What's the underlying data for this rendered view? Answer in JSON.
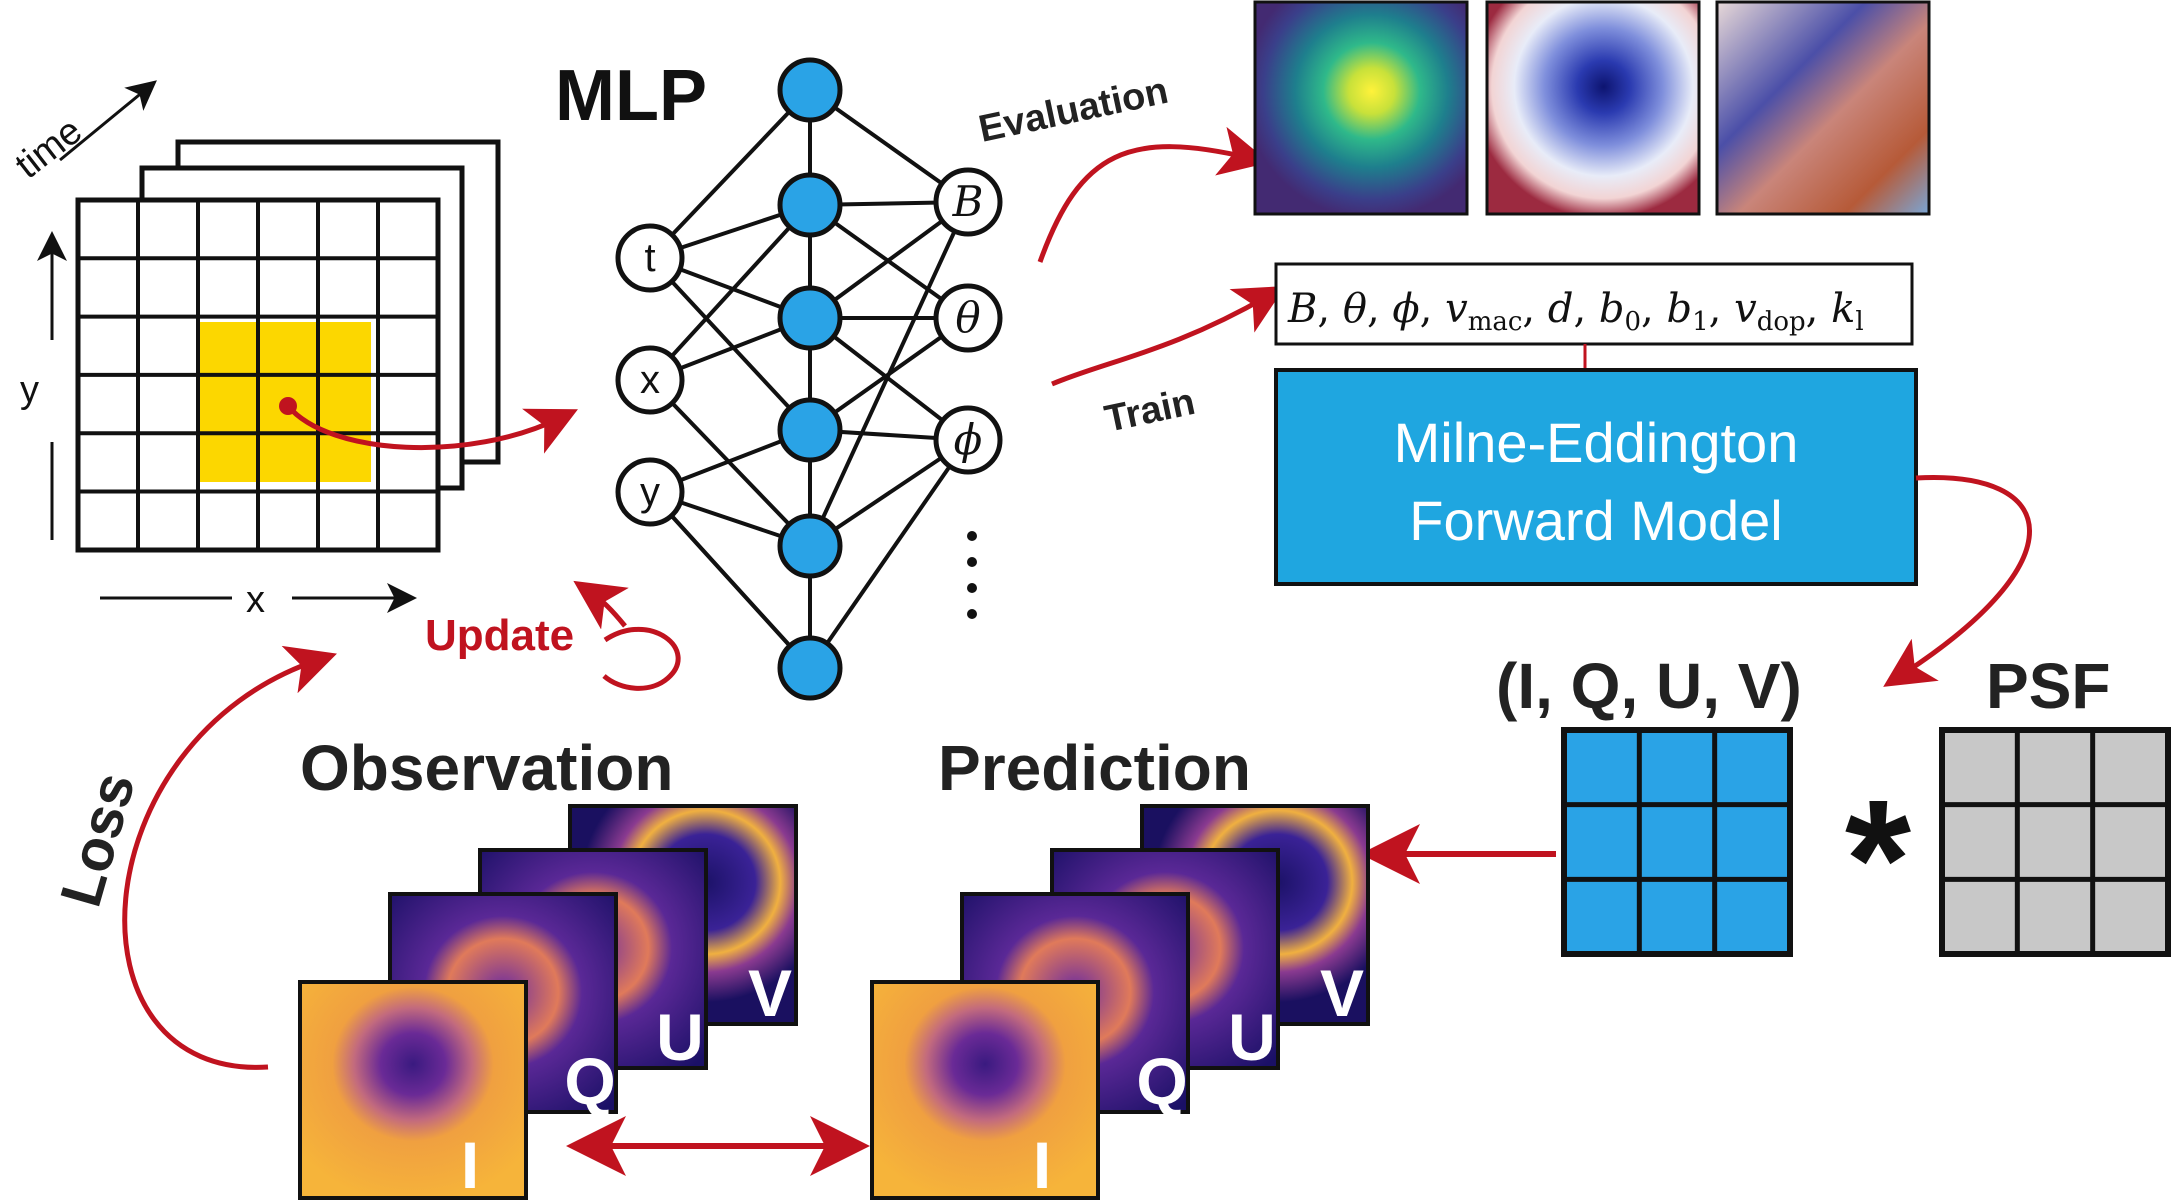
{
  "grid": {
    "axis_time": "time",
    "axis_y": "y",
    "axis_x": "x",
    "highlight_color": "#fcd700"
  },
  "mlp": {
    "title": "MLP",
    "inputs": [
      "t",
      "x",
      "y"
    ],
    "outputs": [
      "B",
      "θ",
      "ϕ"
    ],
    "node_color": "#2aa3e6"
  },
  "labels": {
    "evaluation": "Evaluation",
    "train": "Train",
    "update": "Update",
    "loss": "Loss"
  },
  "params": {
    "B": "B",
    "theta": "θ",
    "phi": "ϕ",
    "v": "v",
    "mac": "mac",
    "d": "d",
    "b": "b",
    "b0": "0",
    "b1": "1",
    "dop": "dop",
    "k": "k",
    "kl": "l"
  },
  "model": {
    "line1": "Milne-Eddington",
    "line2": "Forward Model",
    "color": "#1fa6e0"
  },
  "stokes": {
    "title": "(I, Q, U, V)",
    "psf": "PSF",
    "operator": "*"
  },
  "observation": {
    "title": "Observation",
    "panels": [
      "I",
      "Q",
      "U",
      "V"
    ]
  },
  "prediction": {
    "title": "Prediction",
    "panels": [
      "I",
      "Q",
      "U",
      "V"
    ]
  },
  "colors": {
    "arrow": "#c0131f",
    "accent_blue": "#2aa3e6",
    "psf_gray": "#c8c8c8"
  }
}
